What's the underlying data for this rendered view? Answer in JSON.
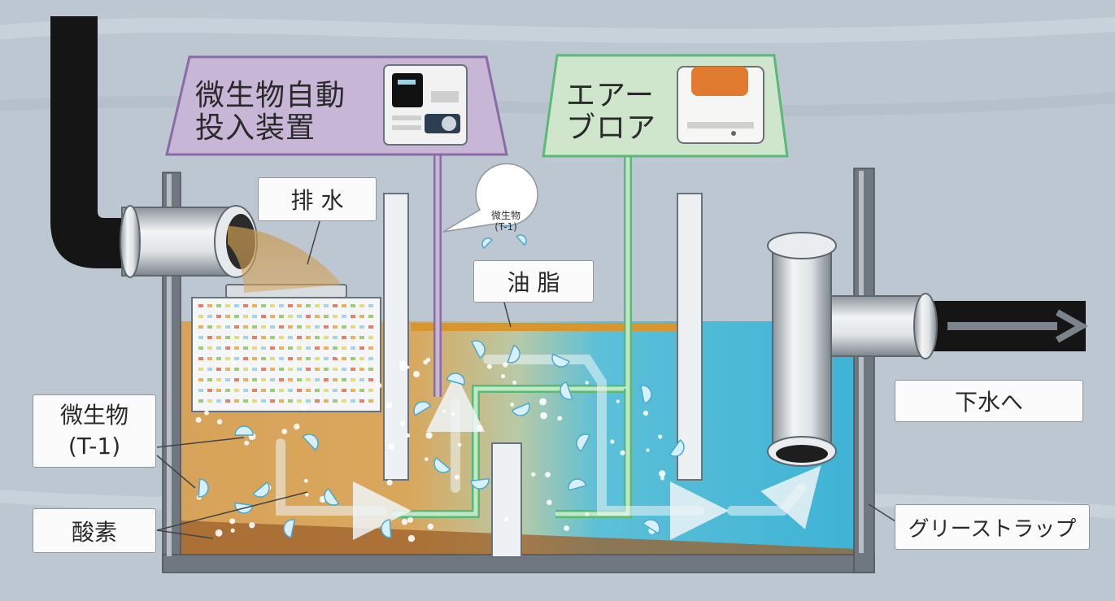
{
  "device": {
    "line1": "微生物自動",
    "line2": "投入装置"
  },
  "blower": {
    "line1": "エアー",
    "line2": "ブロア"
  },
  "labels": {
    "drain": "排 水",
    "oil": "油 脂",
    "microbe_line1": "微生物",
    "microbe_line2": "(T-1)",
    "oxygen": "酸素",
    "sewer": "下水へ",
    "grease_trap": "グリーストラップ"
  },
  "bubble": {
    "line1": "微生物",
    "line2": "(T-1)"
  },
  "colors": {
    "background": "#b9c4cf",
    "muddy_water": "#d7a35a",
    "clear_water": "#3fb3d6",
    "tank_wall": "#6f7780",
    "device_panel": "#c7b6d6",
    "device_border": "#8b6aa8",
    "blower_panel": "#cfe5cc",
    "blower_border": "#5cb878",
    "blower_accent": "#e07a2e",
    "air_pipe": "#7fcf8c"
  },
  "icons": [
    "control-panel-icon",
    "air-blower-icon",
    "microbe-icon",
    "flow-arrow-icon"
  ]
}
